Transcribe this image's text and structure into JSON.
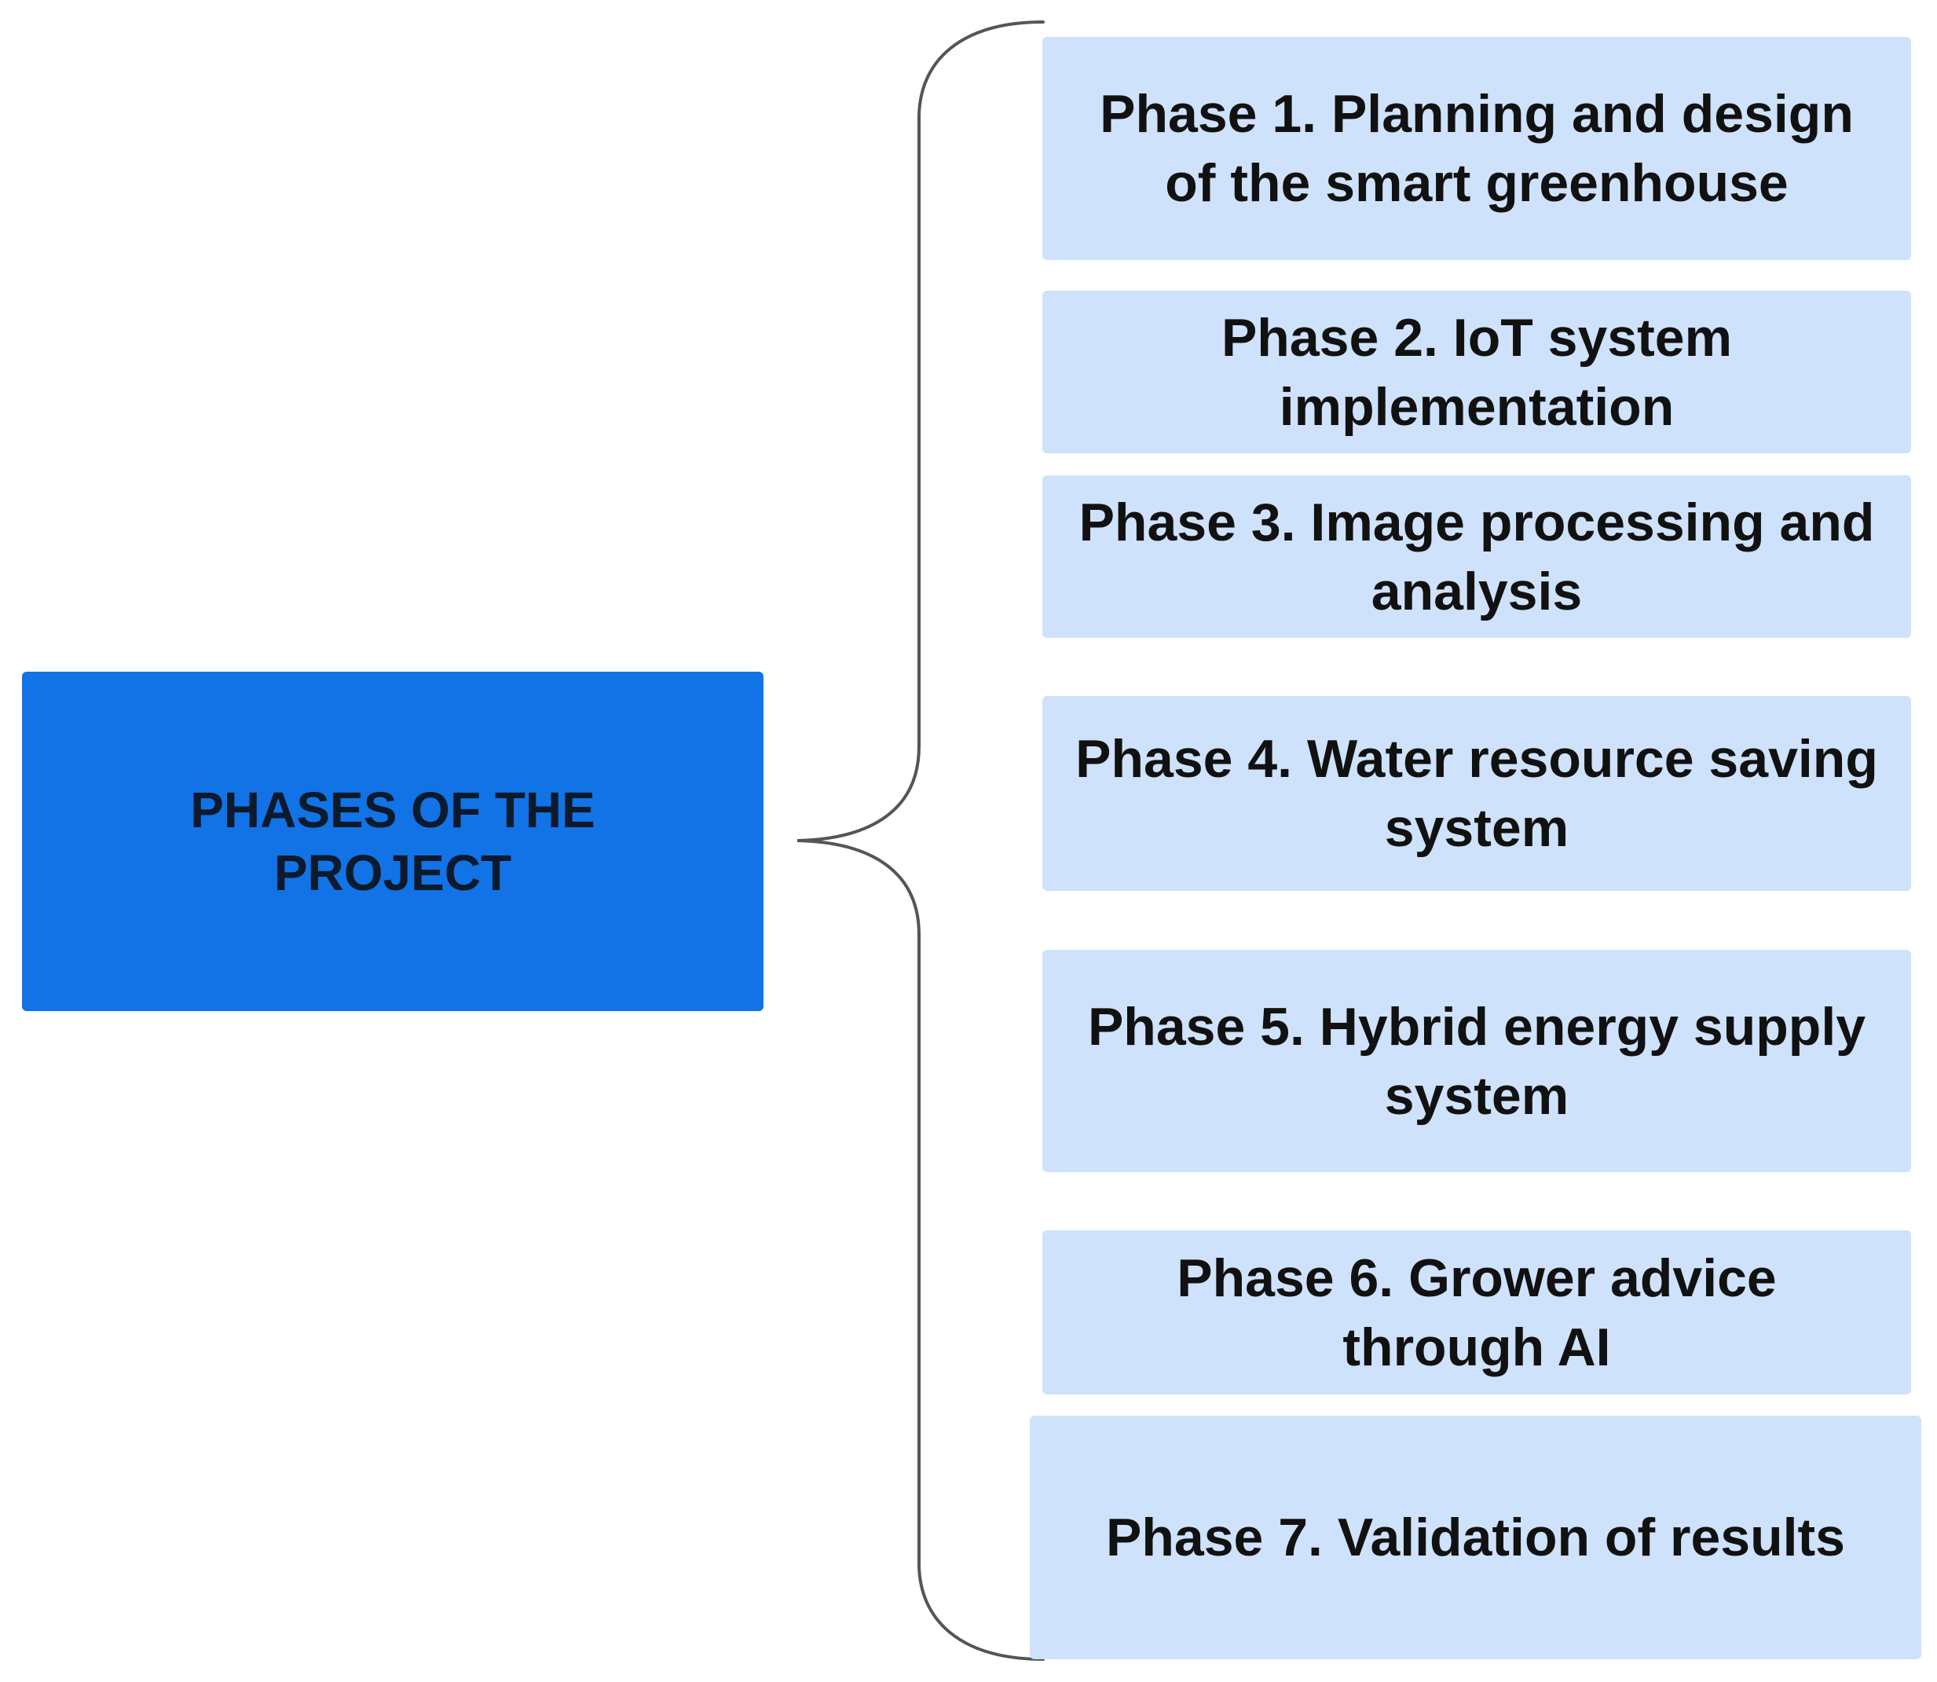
{
  "root": {
    "label": "PHASES OF THE PROJECT"
  },
  "phases": [
    {
      "label": "Phase 1. Planning and design of the smart greenhouse"
    },
    {
      "label": "Phase 2. IoT system implementation"
    },
    {
      "label": "Phase 3. Image processing and analysis"
    },
    {
      "label": "Phase 4. Water resource saving system"
    },
    {
      "label": "Phase 5. Hybrid energy supply system"
    },
    {
      "label": "Phase 6. Grower advice through AI"
    },
    {
      "label": "Phase 7. Validation of results"
    }
  ],
  "colors": {
    "root_fill": "#1273e6",
    "phase_fill": "#cfe2fb",
    "brace_stroke": "#555555"
  }
}
